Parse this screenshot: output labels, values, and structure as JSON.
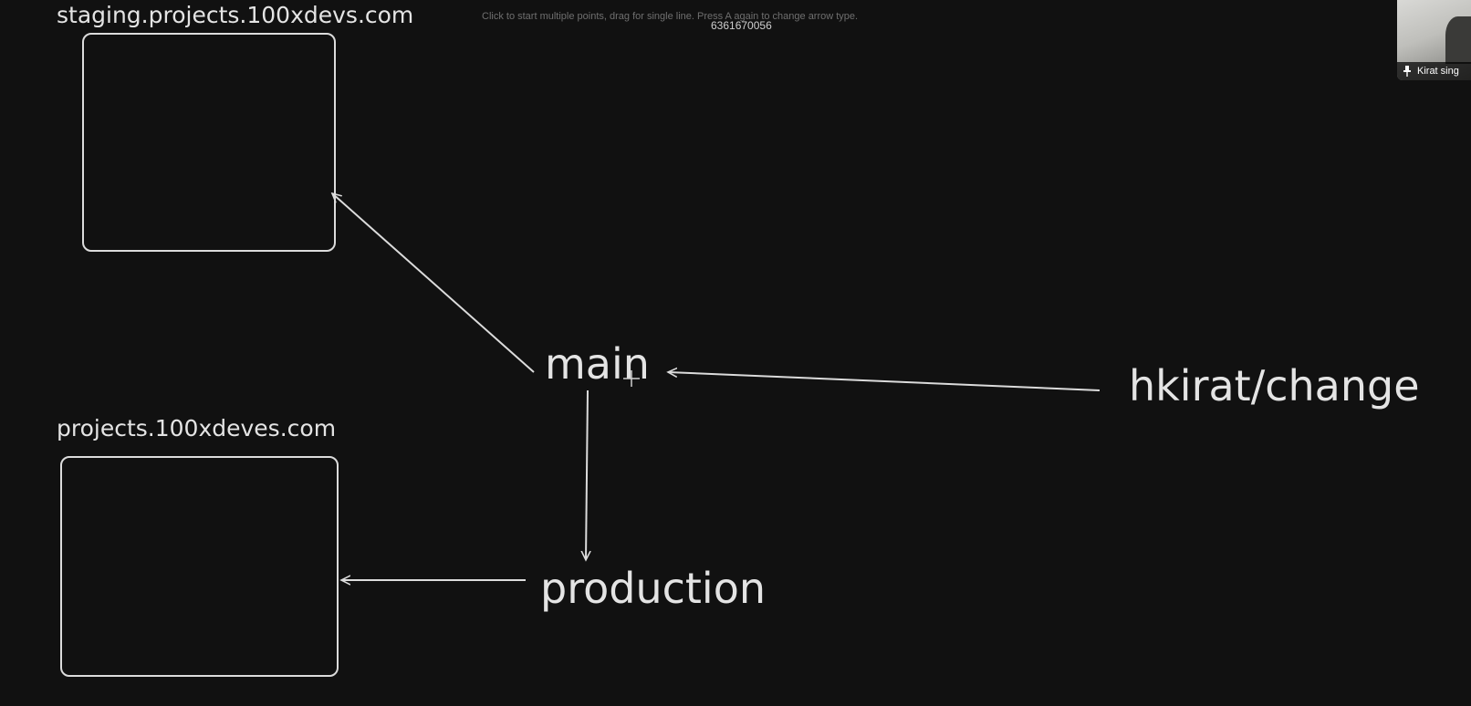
{
  "canvas": {
    "hint_text": "Click to start multiple points, drag for single line. Press A again to change arrow type.",
    "watermark": "6361670056"
  },
  "labels": {
    "staging_domain": "staging.projects.100xdevs.com",
    "production_domain": "projects.100xdeves.com",
    "main": "main",
    "production": "production",
    "feature_branch": "hkirat/change"
  },
  "video": {
    "participant_name": "Kirat sing",
    "icon": "pin-icon"
  },
  "colors": {
    "background": "#111111",
    "stroke": "#dcdcdc",
    "text": "#e4e4e4"
  }
}
